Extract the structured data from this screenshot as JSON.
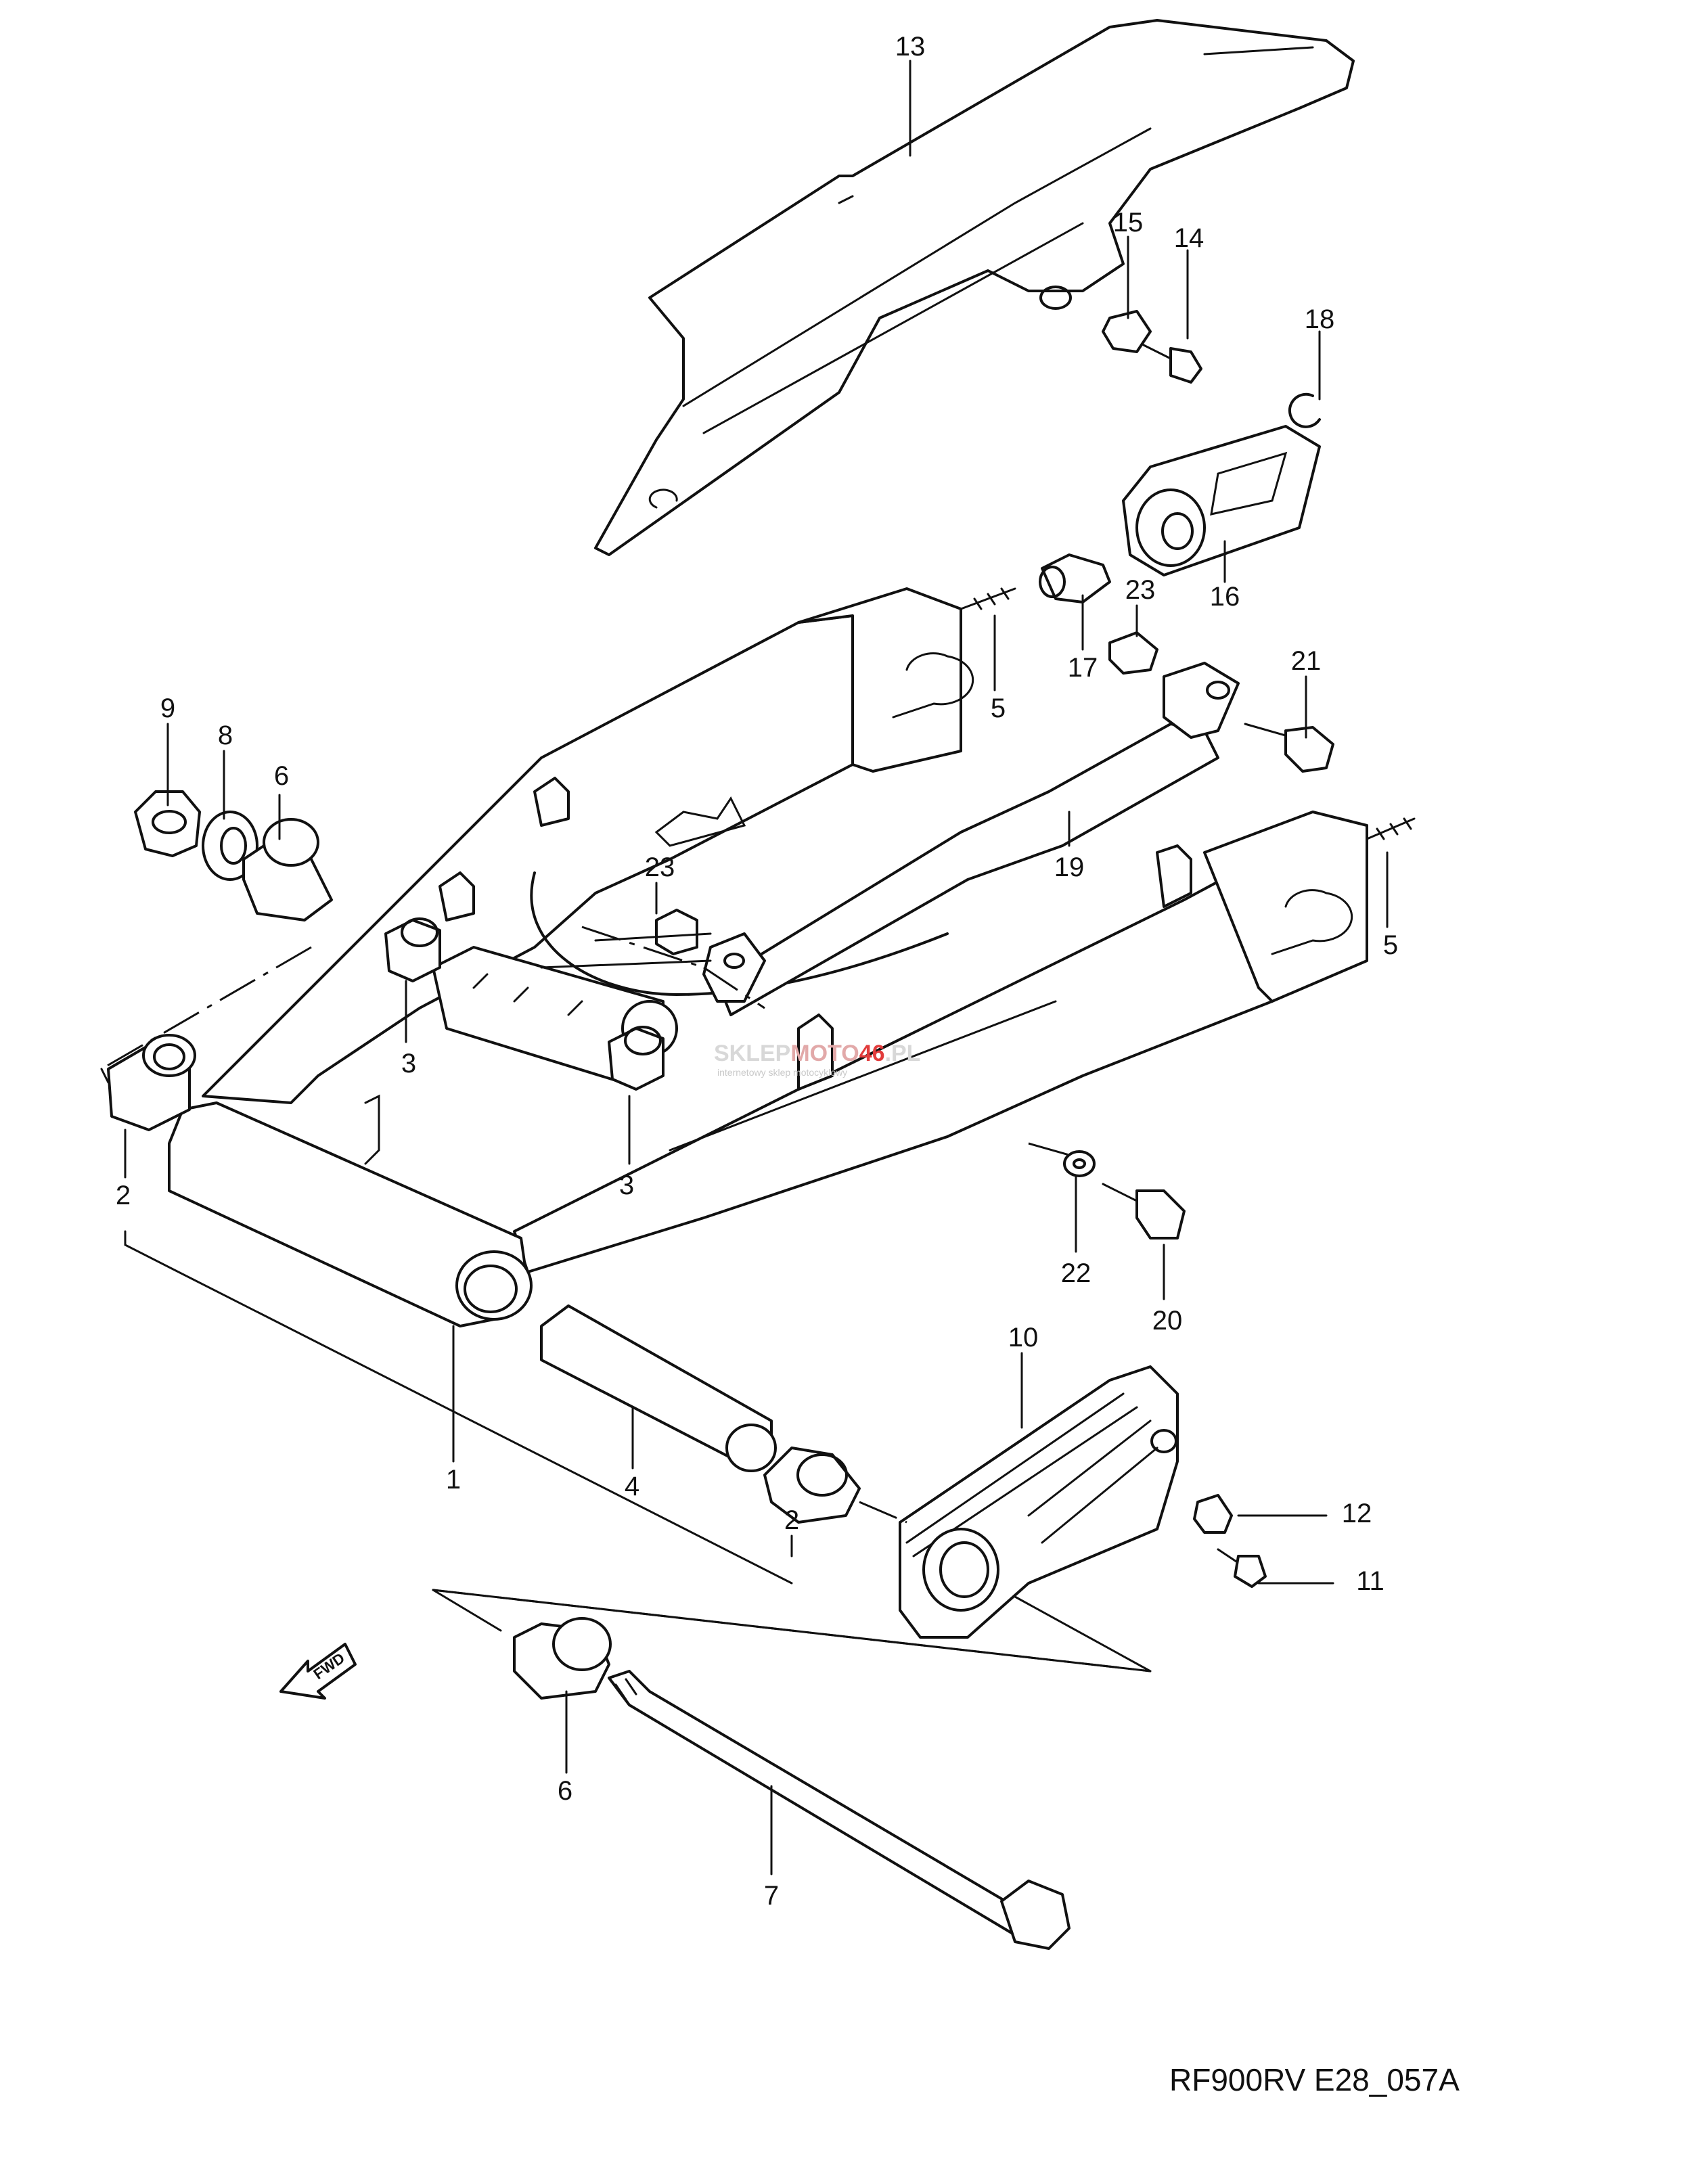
{
  "diagram_code": "RF900RV E28_057A",
  "watermark": {
    "brand_prefix": "SKLEP",
    "brand_mid": "MOTO",
    "brand_number": "46",
    "brand_suffix": ".PL",
    "tagline": "internetowy sklep motocyklowy"
  },
  "fwd_label": "FWD",
  "callouts": [
    {
      "id": "callout-1",
      "label": "1"
    },
    {
      "id": "callout-2a",
      "label": "2"
    },
    {
      "id": "callout-2b",
      "label": "2"
    },
    {
      "id": "callout-3a",
      "label": "3"
    },
    {
      "id": "callout-3b",
      "label": "3"
    },
    {
      "id": "callout-4",
      "label": "4"
    },
    {
      "id": "callout-5a",
      "label": "5"
    },
    {
      "id": "callout-5b",
      "label": "5"
    },
    {
      "id": "callout-6a",
      "label": "6"
    },
    {
      "id": "callout-6b",
      "label": "6"
    },
    {
      "id": "callout-7",
      "label": "7"
    },
    {
      "id": "callout-8",
      "label": "8"
    },
    {
      "id": "callout-9",
      "label": "9"
    },
    {
      "id": "callout-10",
      "label": "10"
    },
    {
      "id": "callout-11",
      "label": "11"
    },
    {
      "id": "callout-12",
      "label": "12"
    },
    {
      "id": "callout-13",
      "label": "13"
    },
    {
      "id": "callout-14",
      "label": "14"
    },
    {
      "id": "callout-15",
      "label": "15"
    },
    {
      "id": "callout-16",
      "label": "16"
    },
    {
      "id": "callout-17",
      "label": "17"
    },
    {
      "id": "callout-18",
      "label": "18"
    },
    {
      "id": "callout-19",
      "label": "19"
    },
    {
      "id": "callout-20",
      "label": "20"
    },
    {
      "id": "callout-21",
      "label": "21"
    },
    {
      "id": "callout-22",
      "label": "22"
    },
    {
      "id": "callout-23a",
      "label": "23"
    },
    {
      "id": "callout-23b",
      "label": "23"
    }
  ]
}
